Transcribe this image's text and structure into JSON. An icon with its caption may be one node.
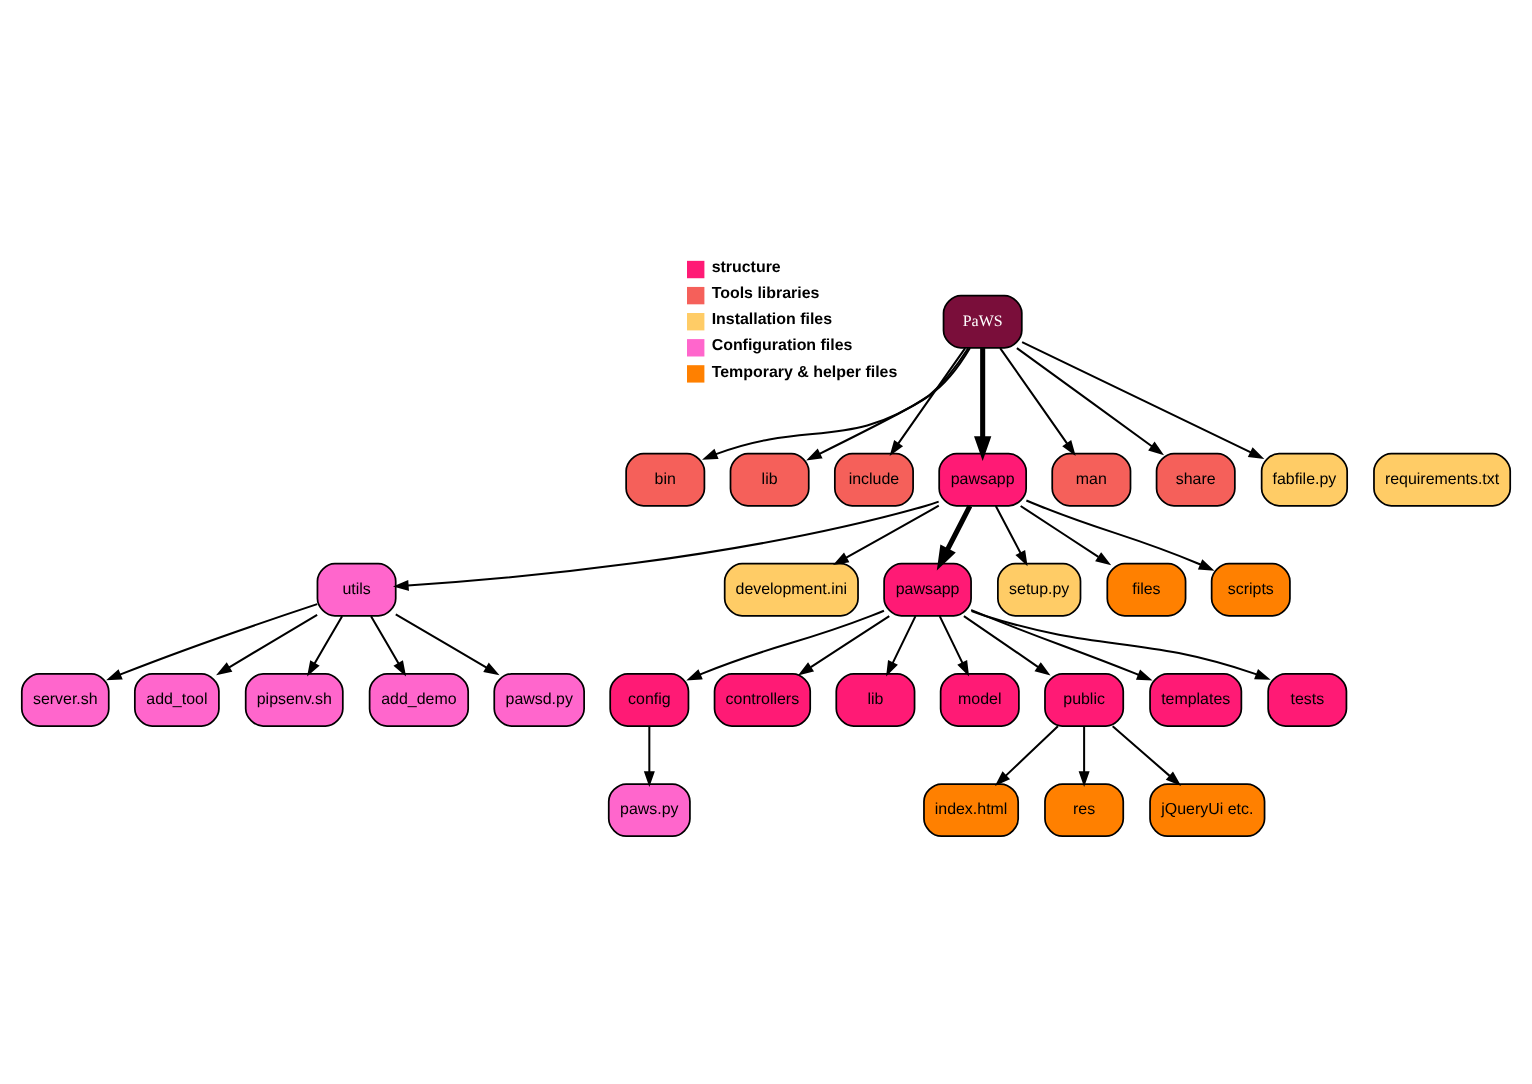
{
  "diagram": {
    "nodes": [
      {
        "text": [
          "PaWS"
        ]
      },
      {
        "text": [
          "bin"
        ]
      },
      {
        "text": [
          "lib"
        ]
      },
      {
        "text": [
          "include"
        ]
      },
      {
        "text": [
          "pawsapp"
        ]
      },
      {
        "text": [
          "man"
        ]
      },
      {
        "text": [
          "share"
        ]
      },
      {
        "text": [
          "fabfile.py"
        ]
      },
      {
        "text": [
          "requirements.txt"
        ]
      },
      {
        "text": [
          "utils"
        ]
      },
      {
        "text": [
          "development.ini"
        ]
      },
      {
        "text": [
          "pawsapp"
        ]
      },
      {
        "text": [
          "setup.py"
        ]
      },
      {
        "text": [
          "files"
        ]
      },
      {
        "text": [
          "scripts"
        ]
      },
      {
        "text": [
          "server.sh"
        ]
      },
      {
        "text": [
          "add_tool"
        ]
      },
      {
        "text": [
          "pipsenv.sh"
        ]
      },
      {
        "text": [
          "add_demo"
        ]
      },
      {
        "text": [
          "pawsd.py"
        ]
      },
      {
        "text": [
          "config"
        ]
      },
      {
        "text": [
          "controllers"
        ]
      },
      {
        "text": [
          "lib"
        ]
      },
      {
        "text": [
          "model"
        ]
      },
      {
        "text": [
          "public"
        ]
      },
      {
        "text": [
          "templates"
        ]
      },
      {
        "text": [
          "tests"
        ]
      },
      {
        "text": [
          "paws.py"
        ]
      },
      {
        "text": [
          "index.html"
        ]
      },
      {
        "text": [
          "res"
        ]
      },
      {
        "text": [
          "jQueryUi etc."
        ]
      }
    ],
    "edges": [
      {
        "from": 0,
        "to": 1,
        "arrow": "to"
      },
      {
        "from": 0,
        "to": 2,
        "arrow": "to"
      },
      {
        "from": 0,
        "to": 3,
        "arrow": "to"
      },
      {
        "from": 0,
        "to": 4,
        "arrow": "to",
        "style": "thick"
      },
      {
        "from": 0,
        "to": 5,
        "arrow": "to"
      },
      {
        "from": 0,
        "to": 6,
        "arrow": "to"
      },
      {
        "from": 0,
        "to": 7,
        "arrow": "to"
      },
      {
        "from": 4,
        "to": 9,
        "arrow": "to"
      },
      {
        "from": 4,
        "to": 10,
        "arrow": "to"
      },
      {
        "from": 4,
        "to": 11,
        "arrow": "to",
        "style": "thick"
      },
      {
        "from": 4,
        "to": 12,
        "arrow": "to"
      },
      {
        "from": 4,
        "to": 13,
        "arrow": "to"
      },
      {
        "from": 4,
        "to": 14,
        "arrow": "to"
      },
      {
        "from": 9,
        "to": 15,
        "arrow": "to"
      },
      {
        "from": 9,
        "to": 16,
        "arrow": "to"
      },
      {
        "from": 9,
        "to": 17,
        "arrow": "to"
      },
      {
        "from": 9,
        "to": 18,
        "arrow": "to"
      },
      {
        "from": 9,
        "to": 19,
        "arrow": "to"
      },
      {
        "from": 11,
        "to": 20,
        "arrow": "to"
      },
      {
        "from": 11,
        "to": 21,
        "arrow": "to"
      },
      {
        "from": 11,
        "to": 22,
        "arrow": "to"
      },
      {
        "from": 11,
        "to": 23,
        "arrow": "to"
      },
      {
        "from": 11,
        "to": 24,
        "arrow": "to"
      },
      {
        "from": 11,
        "to": 25,
        "arrow": "to"
      },
      {
        "from": 11,
        "to": 26,
        "arrow": "to"
      },
      {
        "from": 20,
        "to": 27,
        "arrow": "to"
      },
      {
        "from": 24,
        "to": 28,
        "arrow": "to"
      },
      {
        "from": 24,
        "to": 29,
        "arrow": "to"
      },
      {
        "from": 24,
        "to": 30,
        "arrow": "to"
      }
    ],
    "legend": [
      {
        "text": "structure",
        "color": "#ff1a75"
      },
      {
        "text": "Tools libraries",
        "color": "#f5605a"
      },
      {
        "text": "Installation files",
        "color": "#ffcc66"
      },
      {
        "text": "Configuration files",
        "color": "#ff66cc"
      },
      {
        "text": "Temporary & helper files",
        "color": "#ff8000"
      }
    ]
  }
}
